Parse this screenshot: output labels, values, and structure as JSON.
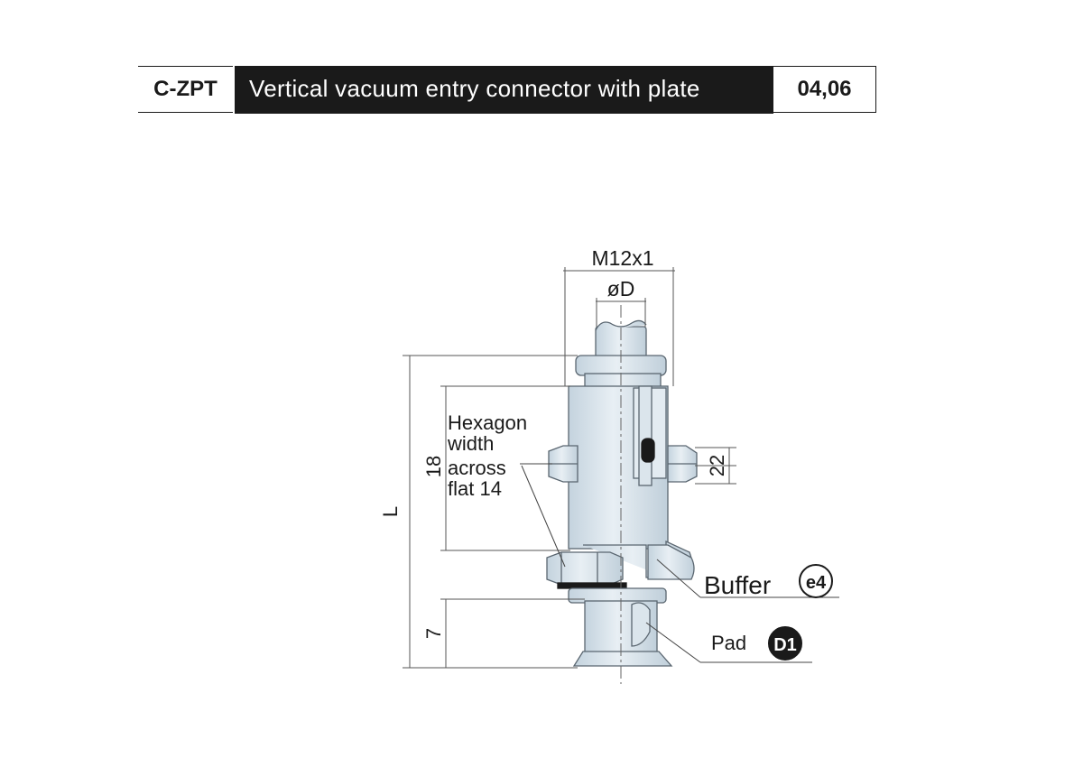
{
  "header": {
    "code": "C-ZPT",
    "title": "Vertical vacuum entry connector with plate",
    "sizes": "04,06"
  },
  "labels": {
    "thread": "M12x1",
    "diameter": "øD",
    "hexagon_line1": "Hexagon",
    "hexagon_line2": "width",
    "hexagon_line3": "across",
    "hexagon_line4": "flat 14",
    "dim_18": "18",
    "dim_l": "L",
    "dim_7": "7",
    "dim_22": "22",
    "buffer": "Buffer",
    "buffer_badge": "e4",
    "pad": "Pad",
    "pad_badge": "D1"
  },
  "colors": {
    "body": "#d6e2ea",
    "body_dark": "#bccbd6",
    "outline": "#5a6670",
    "line": "#333333",
    "badge": "#1a1a1a"
  }
}
